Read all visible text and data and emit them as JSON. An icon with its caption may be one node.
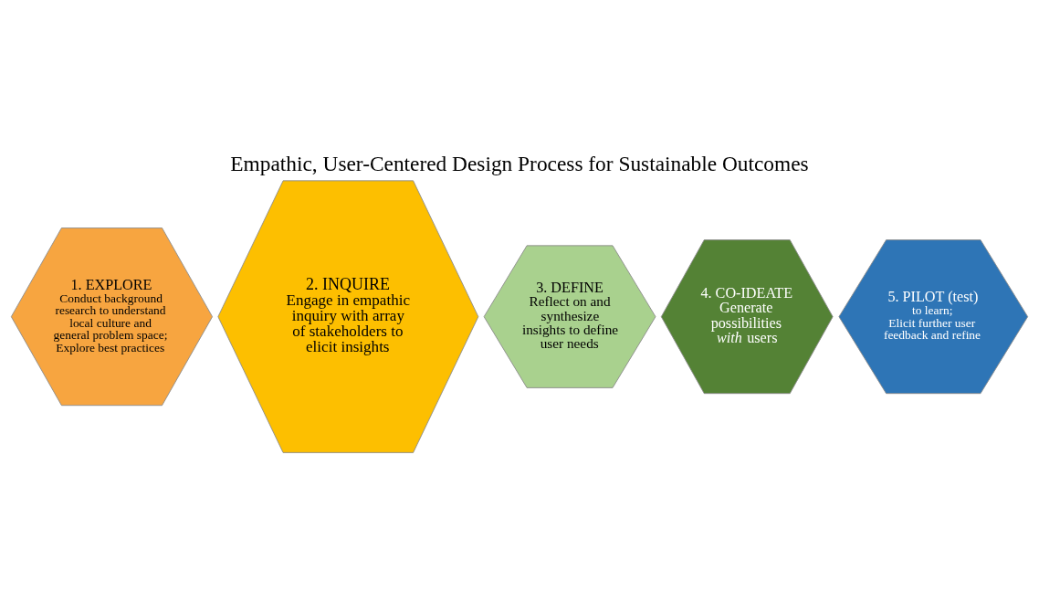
{
  "diagram": {
    "title": "Empathic, User-Centered Design Process for Sustainable Outcomes",
    "nodes": [
      {
        "text": [
          "1. EXPLORE",
          "Conduct background research to understand local culture and general problem space;",
          "Explore best practices"
        ]
      },
      {
        "text": [
          "2. INQUIRE",
          "Engage in empathic inquiry with array of stakeholders to elicit insights"
        ]
      },
      {
        "text": [
          "3. DEFINE",
          "Reflect on and synthesize insights to define user needs"
        ]
      },
      {
        "text": [
          "4. CO-IDEATE",
          "Generate possibilities *with* users"
        ]
      },
      {
        "text": [
          "5. PILOT (test)",
          "to learn;",
          "Elicit further user feedback and refine"
        ]
      }
    ]
  }
}
